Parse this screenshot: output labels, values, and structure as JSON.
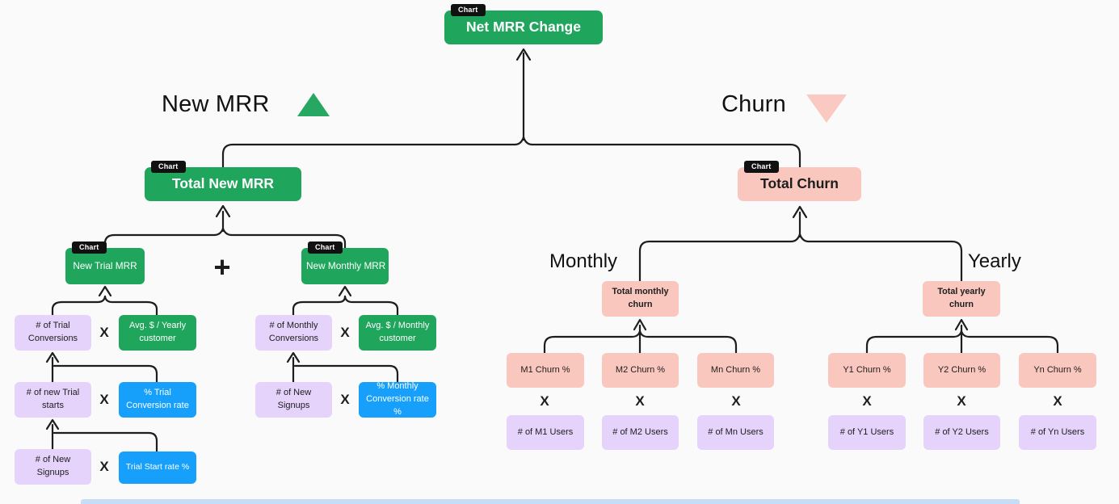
{
  "tag_label": "Chart",
  "titles": {
    "new_mrr": "New MRR",
    "churn": "Churn"
  },
  "section_labels": {
    "monthly": "Monthly",
    "yearly": "Yearly"
  },
  "operators": {
    "multiply": "X",
    "plus": "+"
  },
  "colors": {
    "green": "#1FA65C",
    "pink": "#FAC7BF",
    "purple": "#E5D3FB",
    "blue": "#17A0FB",
    "line": "#1d1d1d",
    "background": "#FAFAFA",
    "tag_bg": "#111111"
  },
  "nodes": {
    "net_mrr": "Net MRR Change",
    "total_new_mrr": "Total New MRR",
    "total_churn": "Total Churn",
    "new_trial_mrr": "New Trial MRR",
    "new_monthly_mrr": "New Monthly MRR",
    "trial_conversions": "# of Trial Conversions",
    "avg_yearly_customer": "Avg. $ / Yearly customer",
    "new_trial_starts": "# of new Trial starts",
    "trial_conversion_rate": "% Trial Conversion rate",
    "new_signups_trial": "# of New Signups",
    "trial_start_rate": "Trial Start rate %",
    "monthly_conversions": "# of Monthly Conversions",
    "avg_monthly_customer": "Avg. $ / Monthly customer",
    "new_signups_monthly": "# of New Signups",
    "monthly_conversion_rate": "% Monthly Conversion rate %",
    "total_monthly_churn": "Total monthly churn",
    "total_yearly_churn": "Total yearly churn",
    "m1_churn": "M1 Churn %",
    "m2_churn": "M2 Churn %",
    "mn_churn": "Mn Churn %",
    "m1_users": "# of M1 Users",
    "m2_users": "# of M2 Users",
    "mn_users": "# of Mn Users",
    "y1_churn": "Y1 Churn %",
    "y2_churn": "Y2 Churn %",
    "yn_churn": "Yn Churn %",
    "y1_users": "# of Y1 Users",
    "y2_users": "# of Y2 Users",
    "yn_users": "# of Yn Users"
  }
}
